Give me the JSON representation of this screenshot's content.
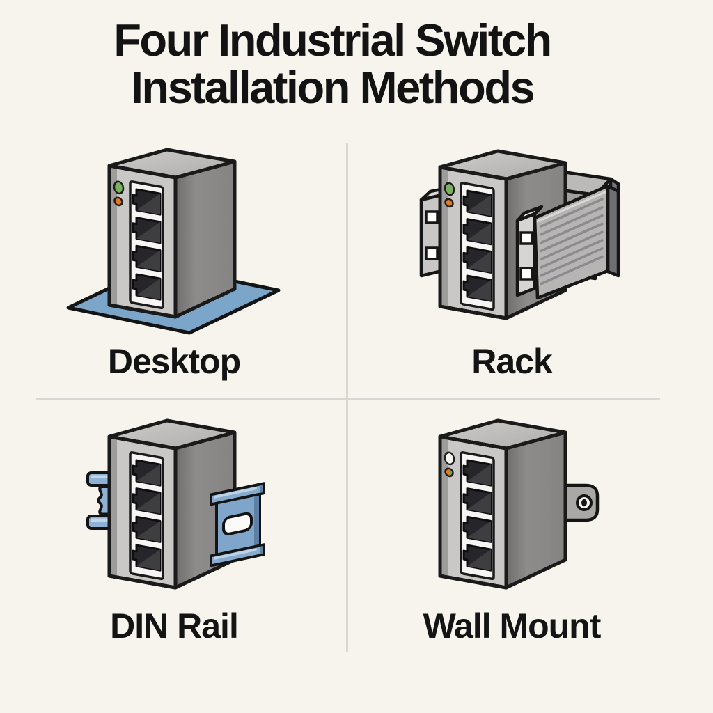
{
  "title": {
    "line1": "Four Industrial Switch",
    "line2": "Installation Methods"
  },
  "quadrants": [
    {
      "id": "desktop",
      "label": "Desktop",
      "illustration": "industrial-switch-on-blue-desk-mat",
      "leds": [
        "green",
        "orange"
      ],
      "port_count": 4
    },
    {
      "id": "rack",
      "label": "Rack",
      "illustration": "industrial-switch-with-rack-mount-ears",
      "leds": [
        "green",
        "orange"
      ],
      "port_count": 4
    },
    {
      "id": "din-rail",
      "label": "DIN Rail",
      "illustration": "industrial-switch-clipped-on-blue-din-rail",
      "leds": [],
      "port_count": 4
    },
    {
      "id": "wall-mount",
      "label": "Wall Mount",
      "illustration": "industrial-switch-with-wall-screw-tab",
      "leds": [
        "white",
        "orange-green"
      ],
      "port_count": 4
    }
  ],
  "colors": {
    "background": "#f7f4ee",
    "title_text": "#131313",
    "label_text": "#141414",
    "divider": "#d9d7d3",
    "outline": "#1a1a1a",
    "switch_front_gray": "#c9c8c6",
    "switch_top_gray": "#c2c1bf",
    "switch_side_gray": "#8d8c8a",
    "port_panel_white": "#f6f5f3",
    "port_dark": "#26262a",
    "led_green": "#79b25f",
    "led_orange": "#e4791d",
    "desk_mat_blue": "#7ba6ca",
    "din_rail_blue": "#86abce",
    "rack_metal_gray": "#b6b5b3",
    "wall_tab_gray": "#a9a8a6"
  }
}
